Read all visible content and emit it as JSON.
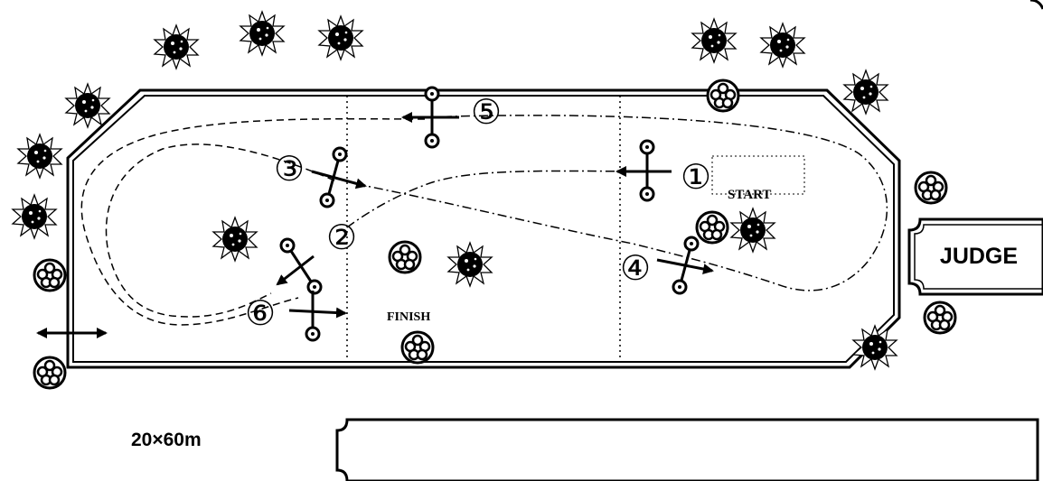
{
  "start_label": "START",
  "finish_label": "FINISH",
  "judge_label": "JUDGE",
  "dimensions_label": "20×60m",
  "obstacle_numbers": [
    "①",
    "②",
    "③",
    "④",
    "⑤",
    "⑥"
  ],
  "icons": {
    "tree": "tree-icon",
    "shrub": "shrub-icon",
    "gate": "gate-icon",
    "arrow": "direction-arrow-icon"
  },
  "colors": {
    "ink": "#000000",
    "paper": "#ffffff"
  }
}
